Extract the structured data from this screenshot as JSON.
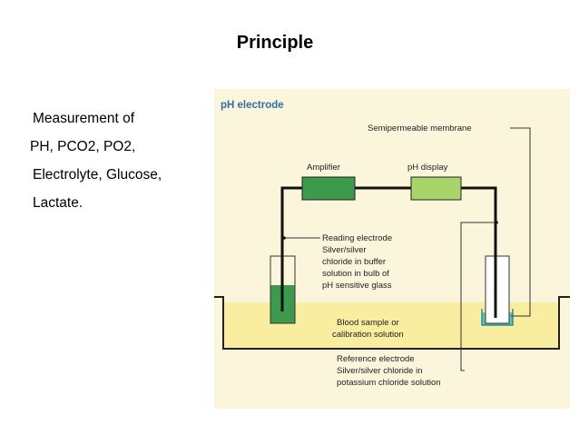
{
  "slide": {
    "title": "Principle",
    "bullets": [
      "Measurement of",
      "PH, PCO2, PO2,",
      "Electrolyte, Glucose,",
      "Lactate."
    ]
  },
  "figure": {
    "heading": "pH electrode",
    "labels": {
      "membrane": "Semipermeable membrane",
      "amplifier": "Amplifier",
      "display": "pH display",
      "reading": [
        "Reading electrode",
        "Silver/silver",
        "chloride in buffer",
        "solution in bulb of",
        "pH sensitive glass"
      ],
      "blood": [
        "Blood sample or",
        "calibration solution"
      ],
      "reference": [
        "Reference electrode",
        "Silver/silver chloride in",
        "potassium chloride solution"
      ]
    },
    "colors": {
      "panel": "#fbf5dc",
      "heading": "#2f6fa8",
      "amplifier": "#3c9a4c",
      "display": "#a9d46a",
      "solution": "#f9eea0",
      "reading_fill": "#3c9a4c",
      "reference_fill": "#5ec3c0"
    }
  }
}
